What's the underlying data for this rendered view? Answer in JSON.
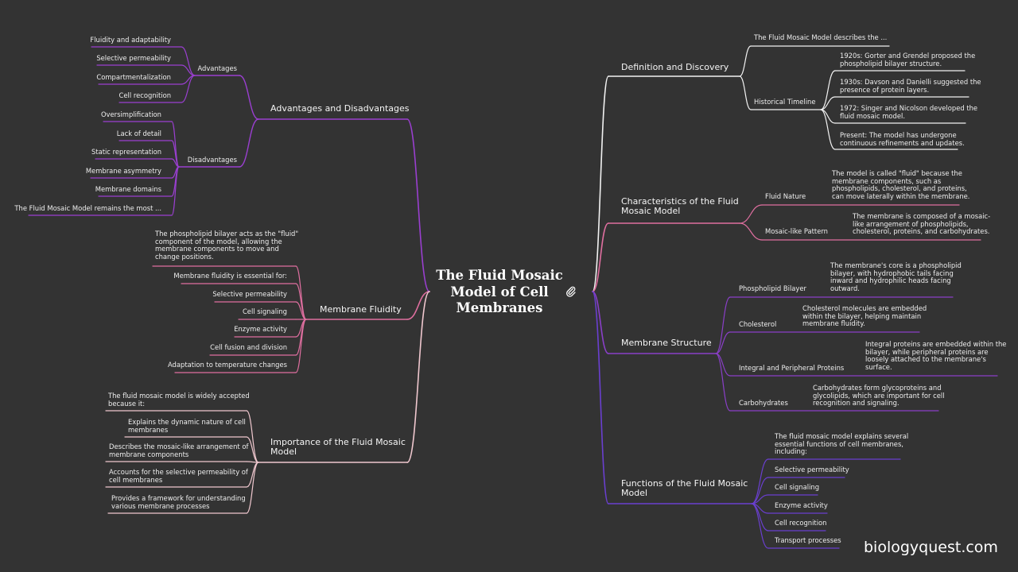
{
  "central": {
    "title": "The Fluid Mosaic Model of Cell Membranes",
    "icon": "paperclip-icon"
  },
  "watermark": "biologyquest.com",
  "colors": {
    "background": "#333333",
    "purple": "#9a3fd0",
    "pink": "#e06fa0",
    "blush": "#f0c8cf",
    "white": "#f2f2f2",
    "violet": "#8a3fc8",
    "indigo": "#6a3fd0"
  },
  "branches": [
    {
      "id": "advantages-disadvantages",
      "label": "Advantages and Disadvantages",
      "children": [
        {
          "label": "Advantages",
          "children": [
            "Fluidity and adaptability",
            "Selective permeability",
            "Compartmentalization",
            "Cell recognition"
          ]
        },
        {
          "label": "Disadvantages",
          "children": [
            "Oversimplification",
            "Lack of detail",
            "Static representation",
            "Membrane asymmetry",
            "Membrane domains",
            "The Fluid Mosaic Model remains the most ..."
          ]
        }
      ]
    },
    {
      "id": "membrane-fluidity",
      "label": "Membrane Fluidity",
      "children": [
        "The phospholipid bilayer acts as the \"fluid\"\ncomponent of the model, allowing the\nmembrane components to move and\nchange positions.",
        "Membrane fluidity is essential for:",
        "Selective permeability",
        "Cell signaling",
        "Enzyme activity",
        "Cell fusion and division",
        "Adaptation to temperature changes"
      ]
    },
    {
      "id": "importance",
      "label": "Importance of the Fluid Mosaic\nModel",
      "children": [
        "The fluid mosaic model is widely accepted\nbecause it:",
        "Explains the dynamic nature of cell\nmembranes",
        "Describes the mosaic-like arrangement of\nmembrane components",
        "Accounts for the selective permeability of\ncell membranes",
        "Provides a framework for understanding\nvarious membrane processes"
      ]
    },
    {
      "id": "definition-discovery",
      "label": "Definition and Discovery",
      "children": [
        {
          "label": "The Fluid Mosaic Model describes the ..."
        },
        {
          "label": "Historical Timeline",
          "children": [
            "1920s: Gorter and Grendel proposed the\nphospholipid bilayer structure.",
            "1930s: Davson and Danielli suggested the\npresence of protein layers.",
            "1972: Singer and Nicolson developed the\nfluid mosaic model.",
            "Present: The model has undergone\ncontinuous refinements and updates."
          ]
        }
      ]
    },
    {
      "id": "characteristics",
      "label": "Characteristics of the Fluid\nMosaic Model",
      "children": [
        {
          "label": "Fluid Nature",
          "children": [
            "The model is called \"fluid\" because the\nmembrane components, such as\nphospholipids, cholesterol, and proteins,\ncan move laterally within the membrane."
          ]
        },
        {
          "label": "Mosaic-like Pattern",
          "children": [
            "The membrane is composed of a mosaic-\nlike arrangement of phospholipids,\ncholesterol, proteins, and carbohydrates."
          ]
        }
      ]
    },
    {
      "id": "membrane-structure",
      "label": "Membrane Structure",
      "children": [
        {
          "label": "Phospholipid Bilayer",
          "children": [
            "The membrane's core is a phospholipid\nbilayer, with hydrophobic tails facing\ninward and hydrophilic heads facing\noutward."
          ]
        },
        {
          "label": "Cholesterol",
          "children": [
            "Cholesterol molecules are embedded\nwithin the bilayer, helping maintain\nmembrane fluidity."
          ]
        },
        {
          "label": "Integral and Peripheral Proteins",
          "children": [
            "Integral proteins are embedded within the\nbilayer, while peripheral proteins are\nloosely attached to the membrane's\nsurface."
          ]
        },
        {
          "label": "Carbohydrates",
          "children": [
            "Carbohydrates form glycoproteins and\nglycolipids, which are important for cell\nrecognition and signaling."
          ]
        }
      ]
    },
    {
      "id": "functions",
      "label": "Functions of the Fluid Mosaic\nModel",
      "children": [
        "The fluid mosaic model explains several\nessential functions of cell membranes,\nincluding:",
        "Selective permeability",
        "Cell signaling",
        "Enzyme activity",
        "Cell recognition",
        "Transport processes"
      ]
    }
  ]
}
